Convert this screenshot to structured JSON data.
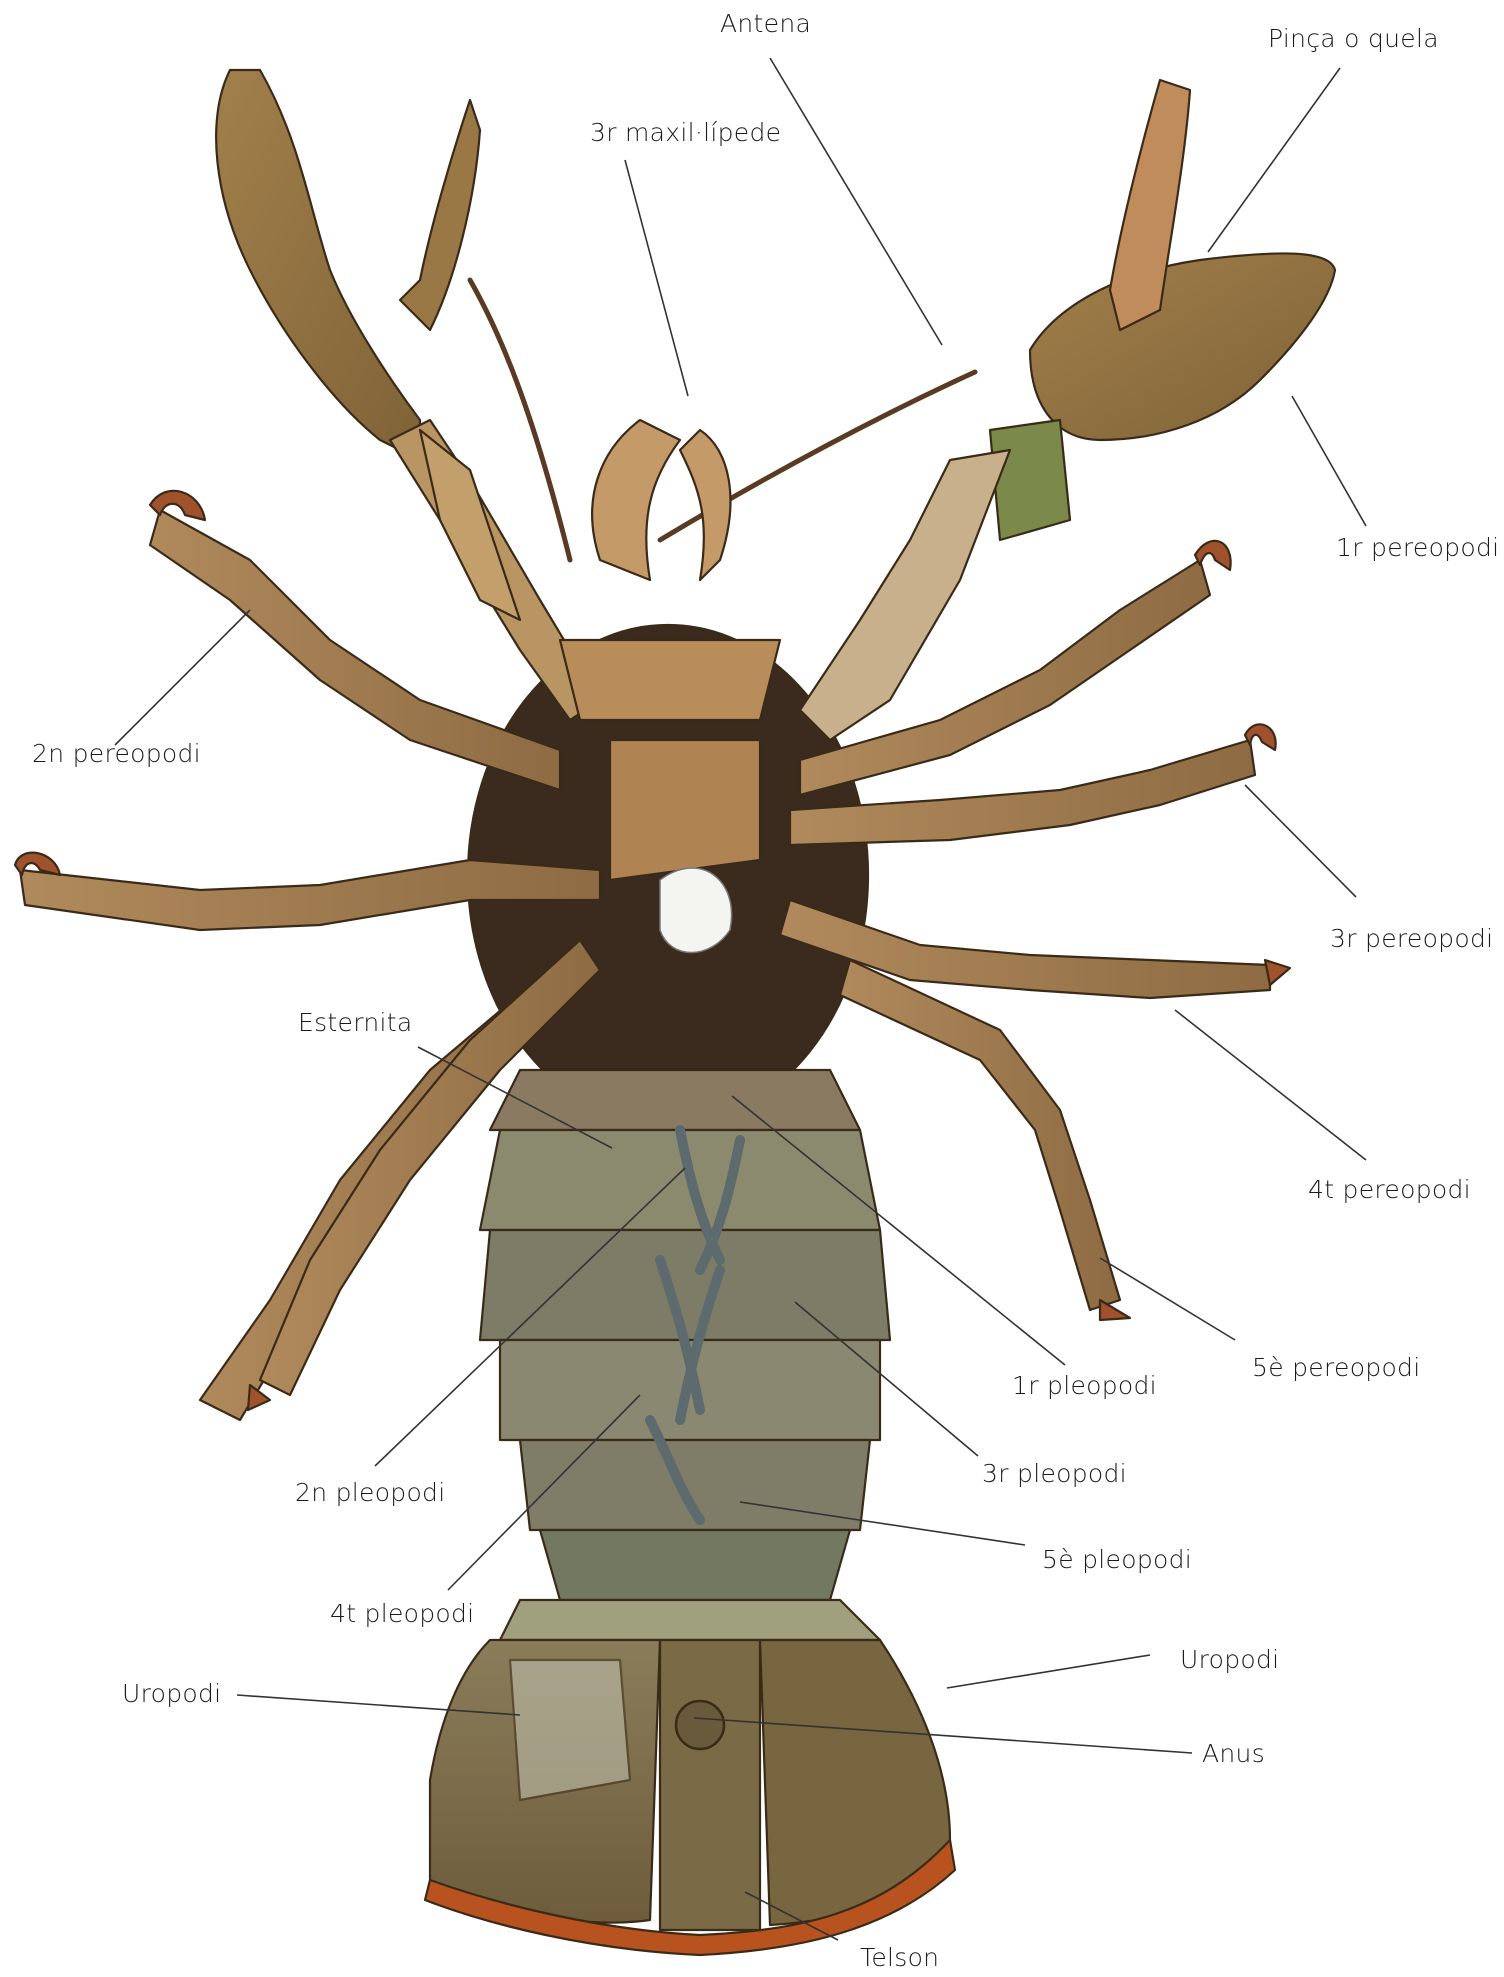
{
  "labels": {
    "antena": "Antena",
    "pinca": "Pinça o quela",
    "maxil": "3r maxil·lípede",
    "per1": "1r pereopodi",
    "per2": "2n pereopodi",
    "per3": "3r pereopodi",
    "per4": "4t pereopodi",
    "per5": "5è pereopodi",
    "esternita": "Esternita",
    "ple1": "1r pleopodi",
    "ple2": "2n pleopodi",
    "ple3": "3r pleopodi",
    "ple4": "4t pleopodi",
    "ple5": "5è pleopodi",
    "uropodi_left": "Uropodi",
    "uropodi_right": "Uropodi",
    "anus": "Anus",
    "telson": "Telson"
  },
  "colors": {
    "claw": "#9b7a48",
    "leg": "#a88156",
    "carapace_dark": "#3b2a1e",
    "abdomen": "#8c8a6e",
    "tail": "#7a6a48",
    "telson_fringe": "#b8531f"
  }
}
